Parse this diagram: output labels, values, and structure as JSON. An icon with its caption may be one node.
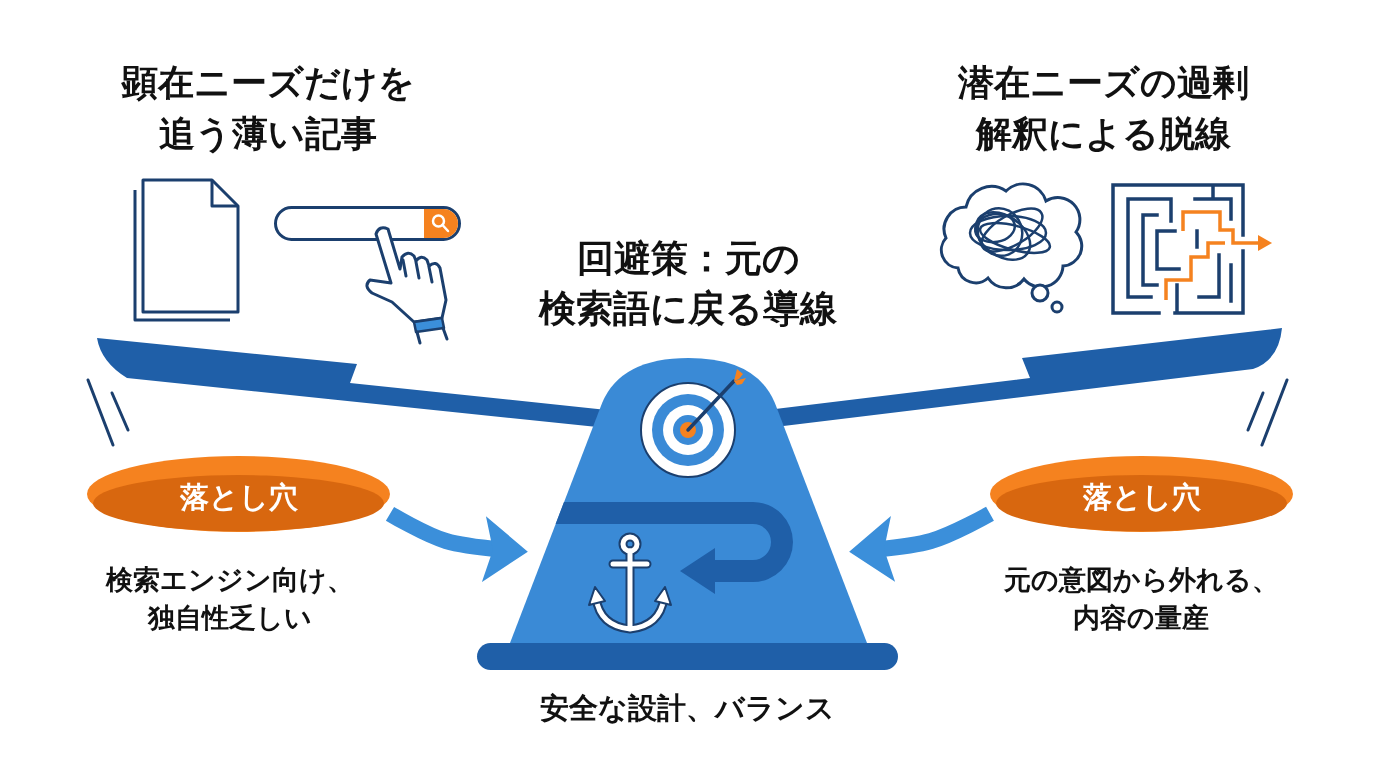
{
  "diagram": {
    "nodes": [
      {
        "text": [
          "落とし穴"
        ],
        "beside": [
          "検索エンジン向け、独自性乏しい"
        ]
      },
      {
        "text": [
          "落とし穴"
        ],
        "beside": [
          "元の意図から外れる、内容の量産"
        ]
      },
      {
        "text": [],
        "shape": "trapezoid",
        "beside": [
          "回避策：元の検索語に戻る導線",
          "安全な設計、バランス"
        ]
      }
    ],
    "edges": [
      {
        "from": 0,
        "to": 2,
        "arrow": "to"
      },
      {
        "from": 1,
        "to": 2,
        "arrow": "to"
      }
    ],
    "labels": [
      "顕在ニーズだけを追う薄い記事",
      "潜在ニーズの過剰解釈による脱線"
    ]
  }
}
